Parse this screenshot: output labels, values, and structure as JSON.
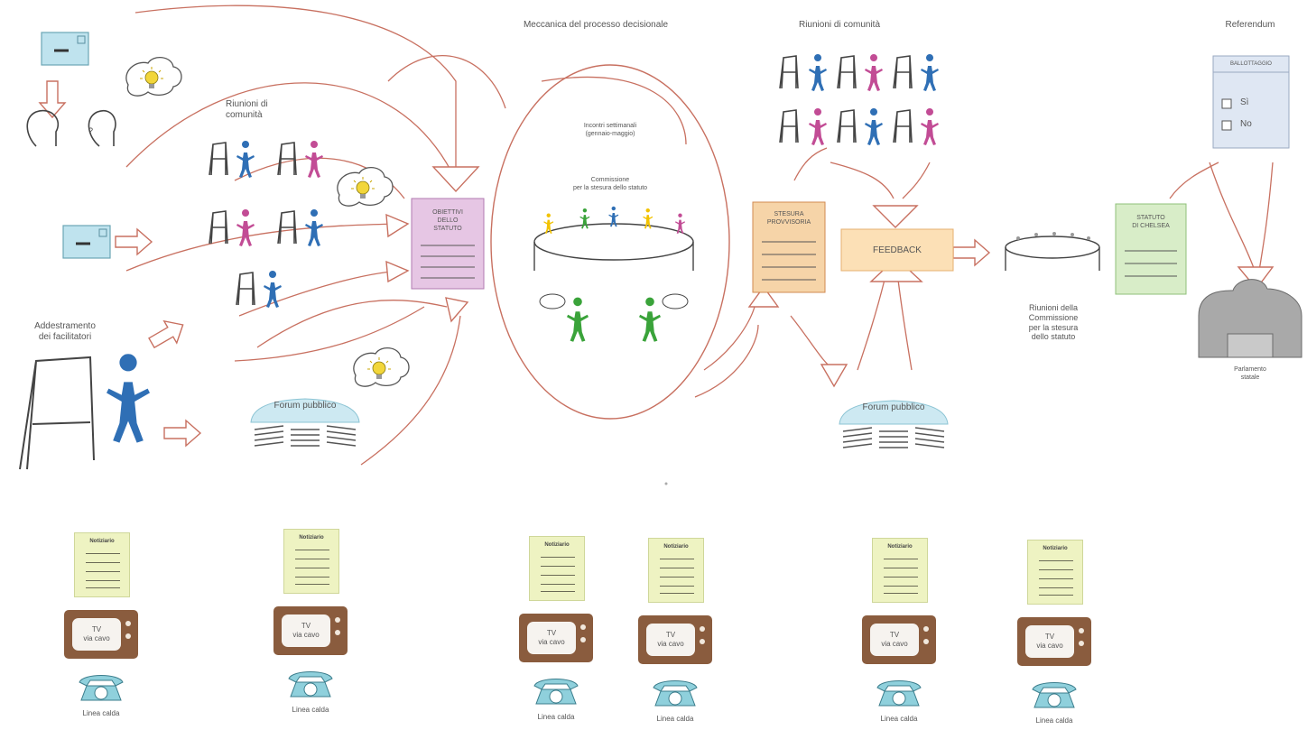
{
  "title": "Meccanica del processo decisionale",
  "labels": {
    "riunioni_left": "Riunioni di\ncomunità",
    "riunioni_top": "Riunioni di comunità",
    "addestramento": "Addestramento\ndei facilitatori",
    "forum_left": "Forum pubblico",
    "forum_right": "Forum pubblico",
    "bozza_left": "OBIETTIVI\nDELLO\nSTATUTO",
    "incontri": "Incontri settimanali\n(gennaio-maggio)",
    "commissione": "Commissione\nper la stesura dello statuto",
    "stesura": "STESURA\nPROVVISORIA",
    "feedback": "FEEDBACK",
    "riunioni_commissione": "Riunioni della\nCommissione\nper la stesura\ndello statuto",
    "statuto_chelsea": "STATUTO\nDI CHELSEA",
    "referendum": "Referendum",
    "scheda_header": "BALLOTTAGGIO",
    "si": "Sì",
    "no": "No",
    "parlamento": "Parlamento\nstatale"
  },
  "media": [
    {
      "news": "Notiziario",
      "tv": "TV\nvia cavo",
      "phone": "Linea calda"
    },
    {
      "news": "Notiziario",
      "tv": "TV\nvia cavo",
      "phone": "Linea calda"
    },
    {
      "news": "Notiziario",
      "tv": "TV\nvia cavo",
      "phone": "Linea calda"
    },
    {
      "news": "Notiziario",
      "tv": "TV\nvia cavo",
      "phone": "Linea calda"
    },
    {
      "news": "Notiziario",
      "tv": "TV\nvia cavo",
      "phone": "Linea calda"
    },
    {
      "news": "Notiziario",
      "tv": "TV\nvia cavo",
      "phone": "Linea calda"
    }
  ],
  "colors": {
    "arrow": "#c87060",
    "person_blue": "#2f6fb5",
    "person_pink": "#c24c95",
    "person_green": "#3aa33a",
    "mail": "#bfe3ee",
    "bulb": "#f2d63a",
    "obiettivi_fill": "#e6c6e4",
    "stesura_fill": "#f6d4a8",
    "feedback_fill": "#fce0b6",
    "statuto_fill": "#d8edc8",
    "scheda_fill": "#dfe7f3",
    "forum_fill": "#cde9f2",
    "parlamento_fill": "#a9a9a9",
    "tv_body": "#8a5c3e",
    "phone": "#8fd0dc",
    "newsletter": "#eef3c2"
  }
}
